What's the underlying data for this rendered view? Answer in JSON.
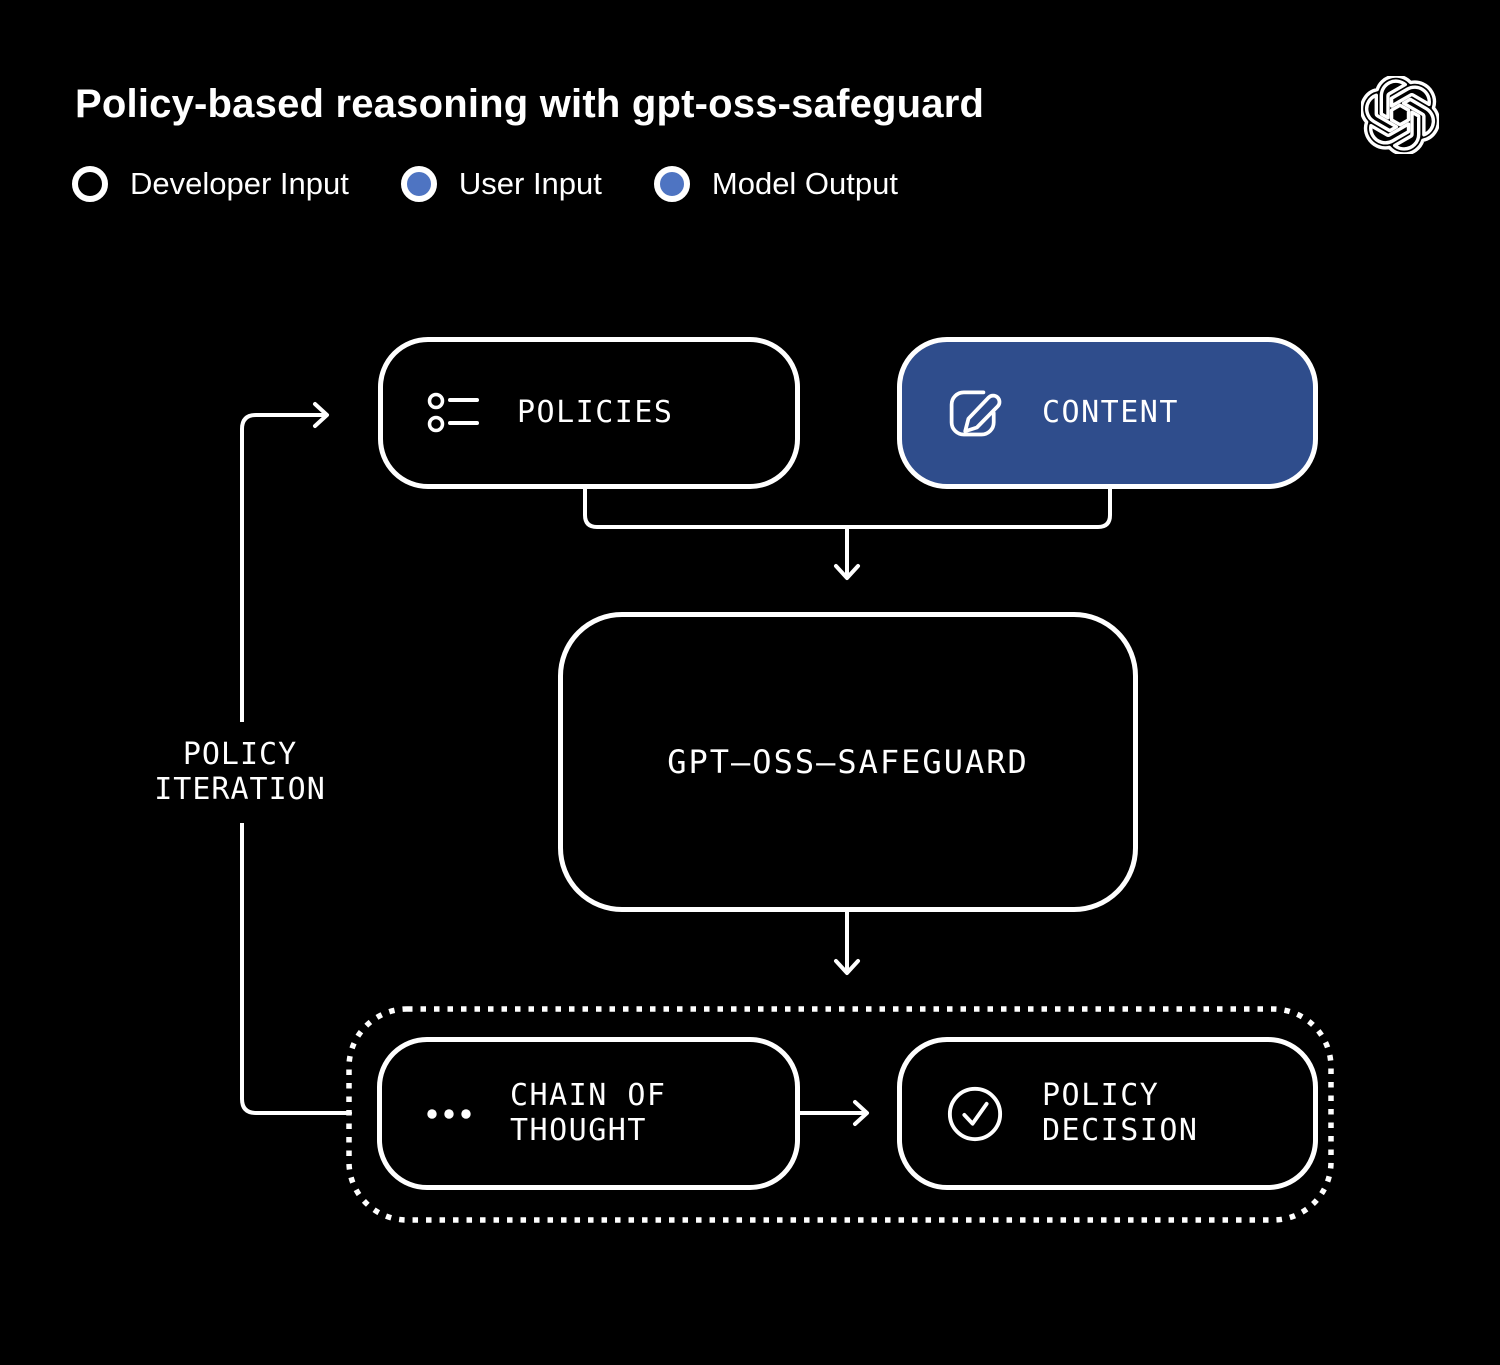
{
  "title": "Policy-based reasoning with gpt-oss-safeguard",
  "logo": {
    "name": "openai-logo"
  },
  "legend": {
    "items": [
      {
        "label": "Developer Input",
        "marker": "hollow-circle",
        "color": "#000000"
      },
      {
        "label": "User Input",
        "marker": "filled-circle",
        "color": "#4E74C2"
      },
      {
        "label": "Model Output",
        "marker": "filled-circle",
        "color": "#4E74C2"
      }
    ]
  },
  "colors": {
    "background": "#000000",
    "stroke": "#FFFFFF",
    "content_box_fill": "#2F4D8C",
    "legend_blue": "#4E74C2"
  },
  "nodes": {
    "policies": {
      "label": "POLICIES",
      "icon": "list-icon"
    },
    "content": {
      "label": "CONTENT",
      "icon": "edit-pencil-icon"
    },
    "gpt": {
      "label": "GPT–OSS–SAFEGUARD"
    },
    "chain_of_thought": {
      "line1": "CHAIN OF",
      "line2": "THOUGHT",
      "icon": "ellipsis-icon"
    },
    "policy_decision": {
      "line1": "POLICY",
      "line2": "DECISION",
      "icon": "check-circle-icon"
    }
  },
  "loop_label": {
    "line1": "POLICY",
    "line2": "ITERATION"
  }
}
